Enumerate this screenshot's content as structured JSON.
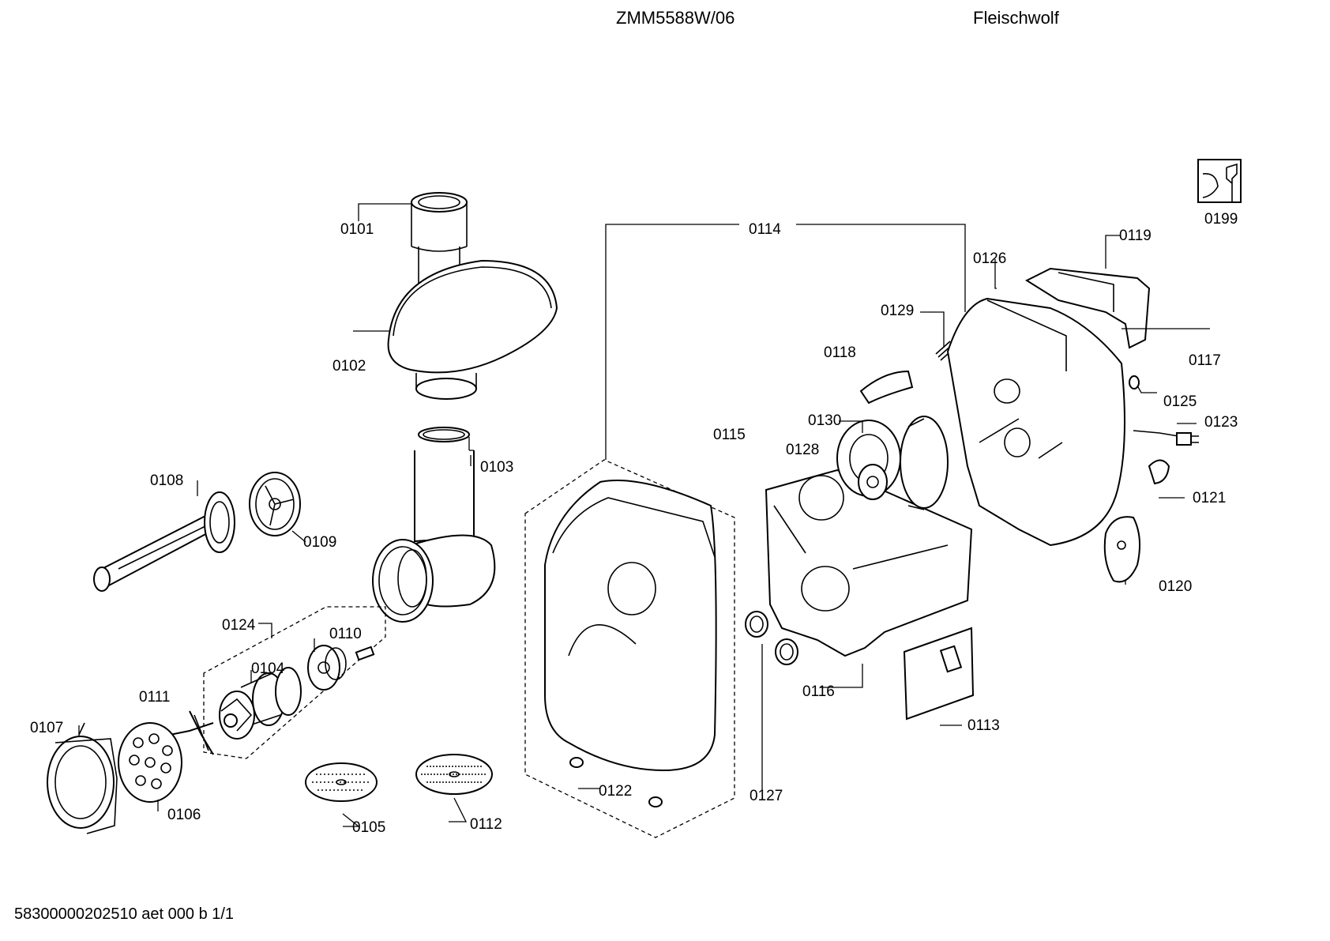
{
  "header": {
    "model": "ZMM5588W/06",
    "title": "Fleischwolf"
  },
  "footer": {
    "doc_id": "58300000202510 aet 000 b 1/1"
  },
  "parts": {
    "p0101": "0101",
    "p0102": "0102",
    "p0103": "0103",
    "p0104": "0104",
    "p0105": "0105",
    "p0106": "0106",
    "p0107": "0107",
    "p0108": "0108",
    "p0109": "0109",
    "p0110": "0110",
    "p0111": "0111",
    "p0112": "0112",
    "p0113": "0113",
    "p0114": "0114",
    "p0115": "0115",
    "p0116": "0116",
    "p0117": "0117",
    "p0118": "0118",
    "p0119": "0119",
    "p0120": "0120",
    "p0121": "0121",
    "p0122": "0122",
    "p0123": "0123",
    "p0124": "0124",
    "p0125": "0125",
    "p0126": "0126",
    "p0127": "0127",
    "p0128": "0128",
    "p0129": "0129",
    "p0130": "0130",
    "p0199": "0199"
  }
}
